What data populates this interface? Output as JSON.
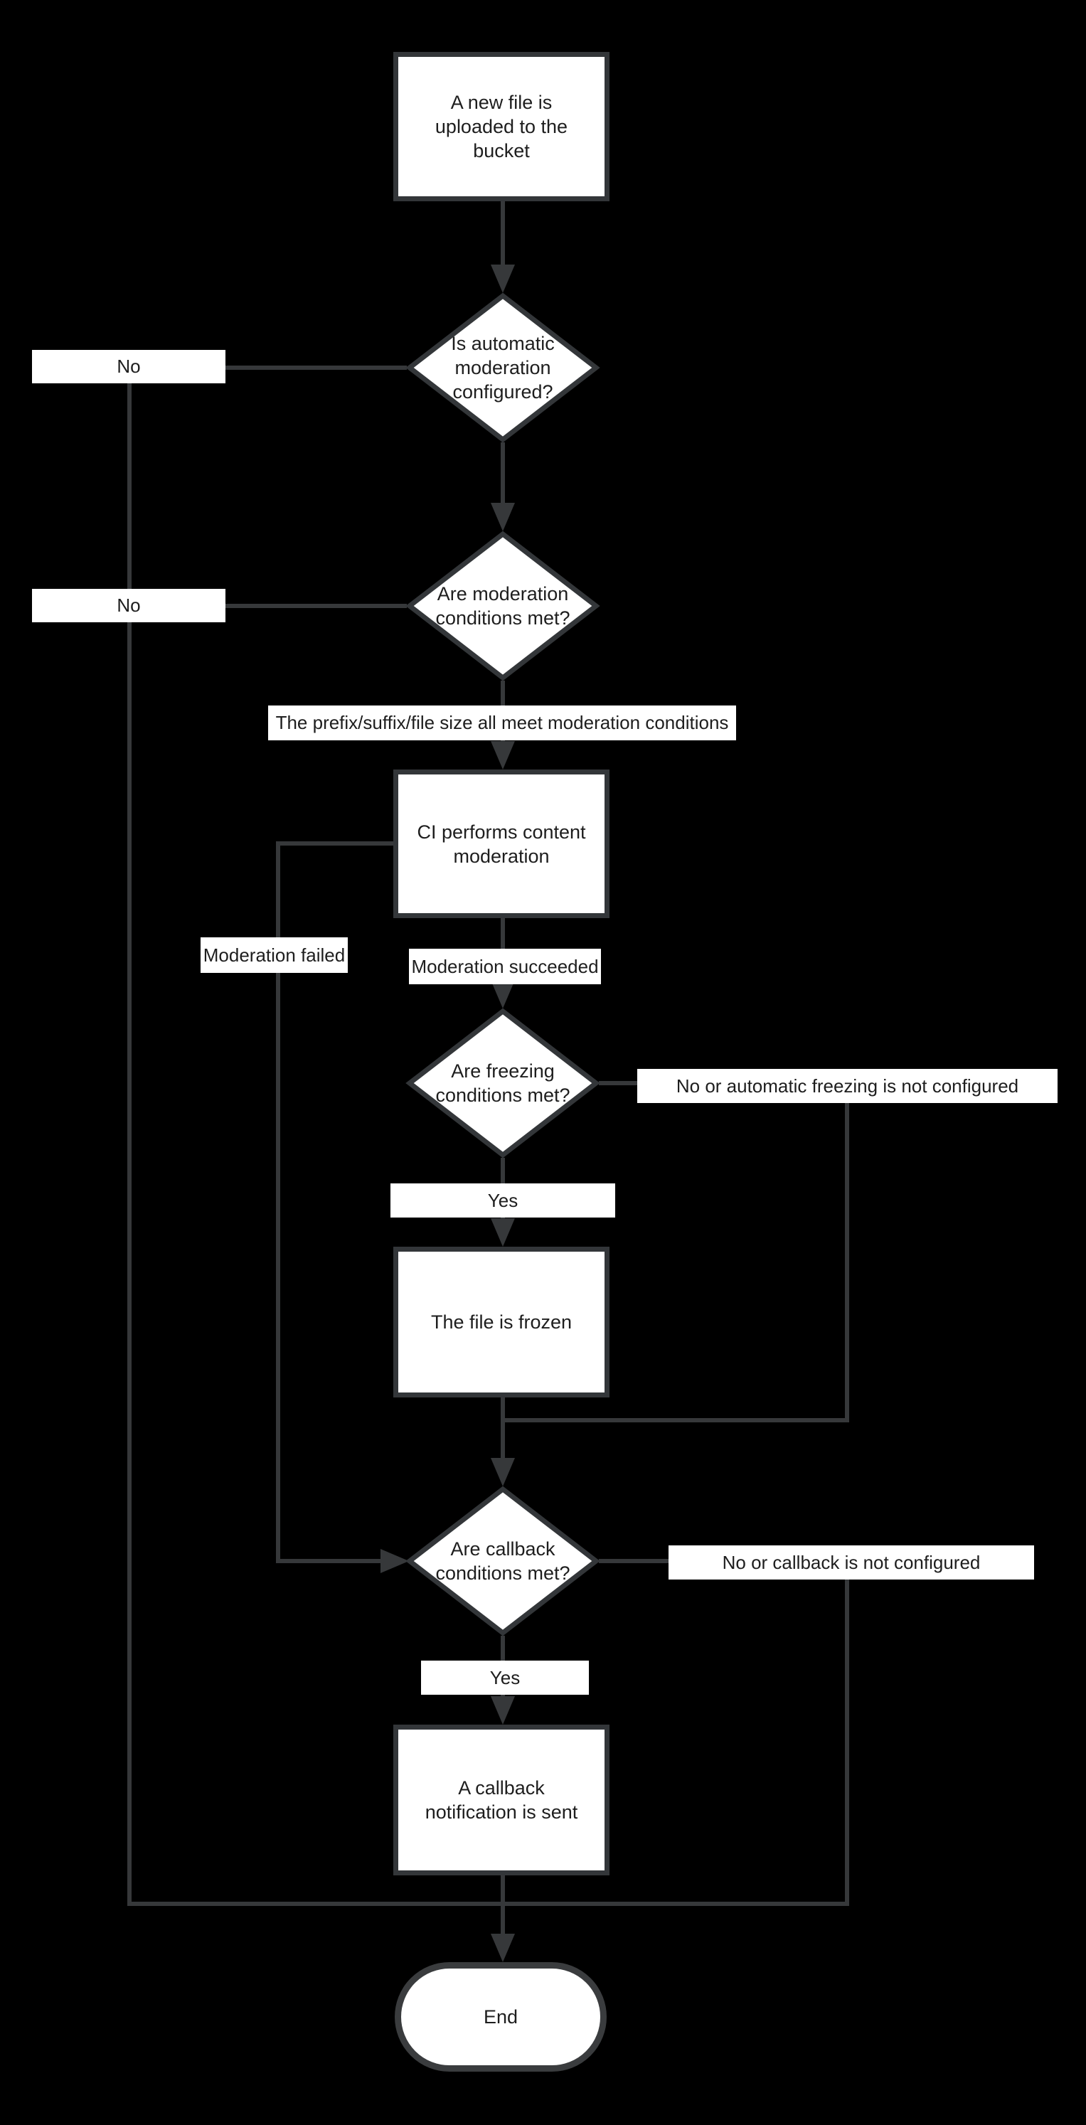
{
  "colors": {
    "background": "#000000",
    "line": "#36383a",
    "node_fill": "#ffffff",
    "node_border": "#333639",
    "text": "#1e1e1e"
  },
  "nodes": {
    "start": [
      "A new file is",
      "uploaded to the",
      "bucket"
    ],
    "auto_moderation": [
      "Is automatic",
      "moderation",
      "configured?"
    ],
    "moderation_conditions": [
      "Are moderation",
      "conditions met?"
    ],
    "ci_moderation": [
      "CI performs content",
      "moderation"
    ],
    "freezing_conditions": [
      "Are freezing",
      "conditions met?"
    ],
    "file_frozen": "The file is frozen",
    "callback_conditions": [
      "Are callback",
      "conditions met?"
    ],
    "callback_sent": [
      "A callback",
      "notification is sent"
    ],
    "end": "End"
  },
  "labels": {
    "no1": "No",
    "no2": "No",
    "prefix": "The prefix/suffix/file size all meet moderation conditions",
    "moderation_failed": "Moderation failed",
    "moderation_succeeded": "Moderation succeeded",
    "freezing_no": "No or automatic freezing is not configured",
    "yes1": "Yes",
    "callback_no": "No or callback is not configured",
    "yes2": "Yes"
  }
}
